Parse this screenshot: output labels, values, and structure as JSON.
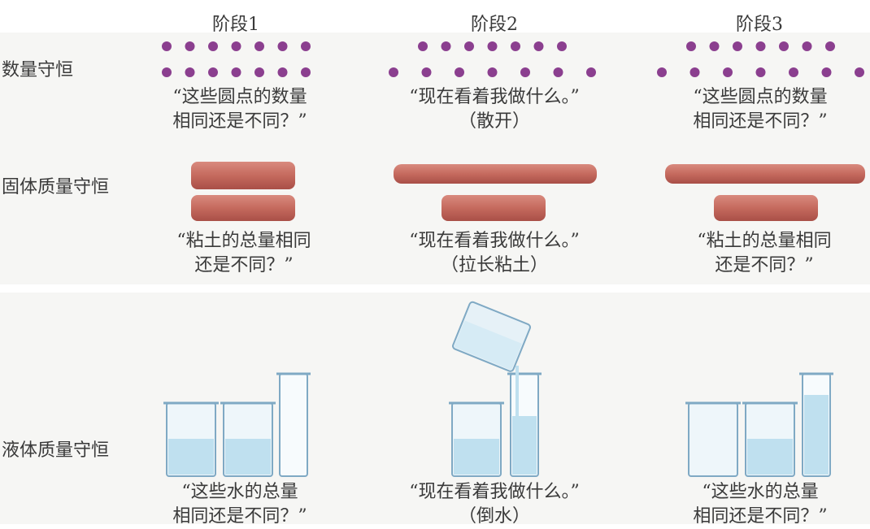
{
  "stages": [
    "阶段1",
    "阶段2",
    "阶段3"
  ],
  "rows": {
    "number": "数量守恒",
    "solid": "固体质量守恒",
    "liquid": "液体质量守恒"
  },
  "captions": {
    "number": [
      "“这些圆点的数量\n相同还是不同？”",
      "“现在看着我做什么。”\n（散开）",
      "“这些圆点的数量\n相同还是不同？”"
    ],
    "solid": [
      "“粘土的总量相同\n还是不同？”",
      "“现在看着我做什么。”\n（拉长粘土）",
      "“粘土的总量相同\n还是不同？”"
    ],
    "liquid": [
      "“这些水的总量\n相同还是不同？”",
      "“现在看着我做什么。”\n（倒水）",
      "“这些水的总量\n相同还是不同？”"
    ]
  },
  "colors": {
    "dot": "#8b3f8f",
    "clay": "#c56a5e",
    "clay_dark": "#a94f47",
    "water": "#bfe0ef",
    "glass": "#e8f4fa",
    "glass_edge": "#7fa9c4"
  },
  "dots_per_row": 7
}
